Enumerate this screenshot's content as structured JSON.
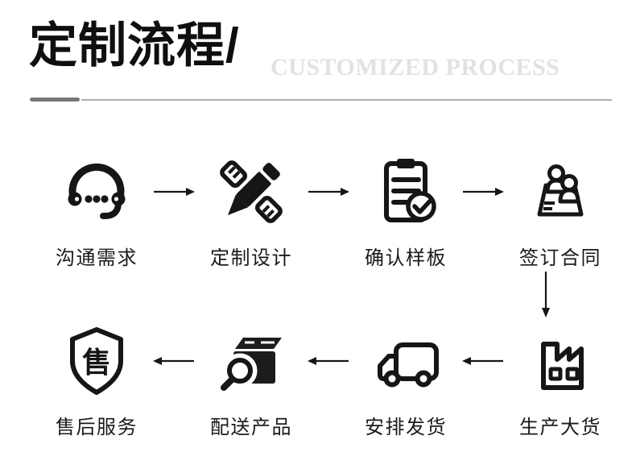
{
  "header": {
    "title": "定制流程/",
    "subtitle": "CUSTOMIZED PROCESS"
  },
  "flow": {
    "row1": [
      {
        "label": "沟通需求",
        "icon": "headset-icon"
      },
      {
        "label": "定制设计",
        "icon": "design-pen-ruler-icon"
      },
      {
        "label": "确认样板",
        "icon": "clipboard-check-icon"
      },
      {
        "label": "签订合同",
        "icon": "contract-people-icon"
      }
    ],
    "row2": [
      {
        "label": "售后服务",
        "icon": "aftersale-shield-icon"
      },
      {
        "label": "配送产品",
        "icon": "package-search-icon"
      },
      {
        "label": "安排发货",
        "icon": "delivery-truck-icon"
      },
      {
        "label": "生产大货",
        "icon": "factory-icon"
      }
    ]
  },
  "icons": {
    "shield_char": "售"
  },
  "colors": {
    "ink": "#161616",
    "subtitle_gray": "#e2e2e2",
    "divider_dark": "#787878",
    "divider_light": "#aeaeae",
    "background": "#ffffff"
  }
}
